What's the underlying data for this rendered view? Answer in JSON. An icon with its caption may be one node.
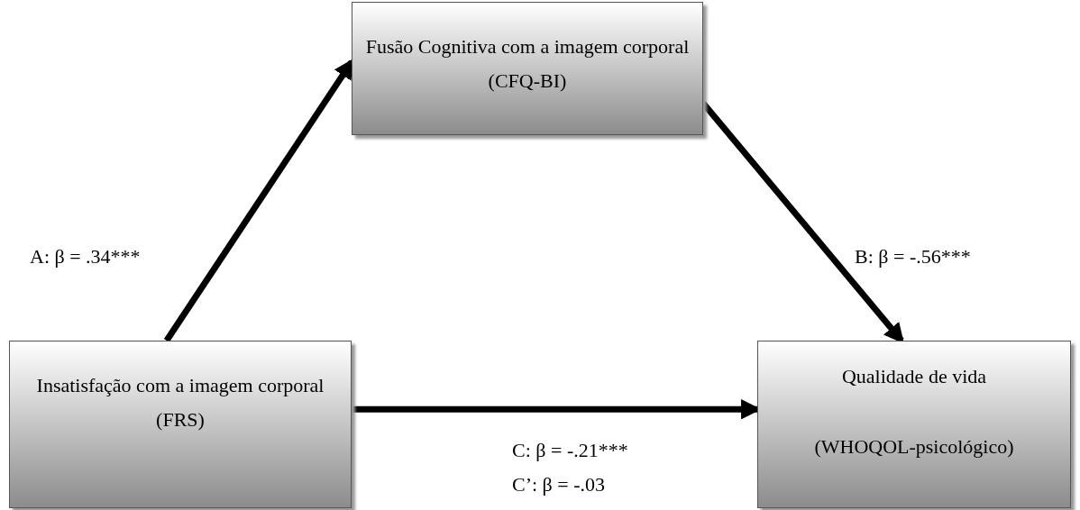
{
  "diagram": {
    "nodes": [
      {
        "text": [
          "Fusão Cognitiva com a imagem corporal",
          "(CFQ-BI)"
        ]
      },
      {
        "text": [
          "Insatisfação com a imagem corporal",
          "(FRS)"
        ]
      },
      {
        "text": [
          "Qualidade de vida",
          "(WHOQOL-psicológico)"
        ]
      }
    ],
    "edges": [
      {
        "from": 1,
        "to": 0,
        "arrow": "to",
        "label": "A: β = .34***"
      },
      {
        "from": 0,
        "to": 2,
        "arrow": "to",
        "label": "B: β = -.56***"
      },
      {
        "from": 1,
        "to": 2,
        "arrow": "to",
        "label": "C: β = -.21***"
      }
    ],
    "labels": [
      "C’: β = -.03"
    ]
  }
}
